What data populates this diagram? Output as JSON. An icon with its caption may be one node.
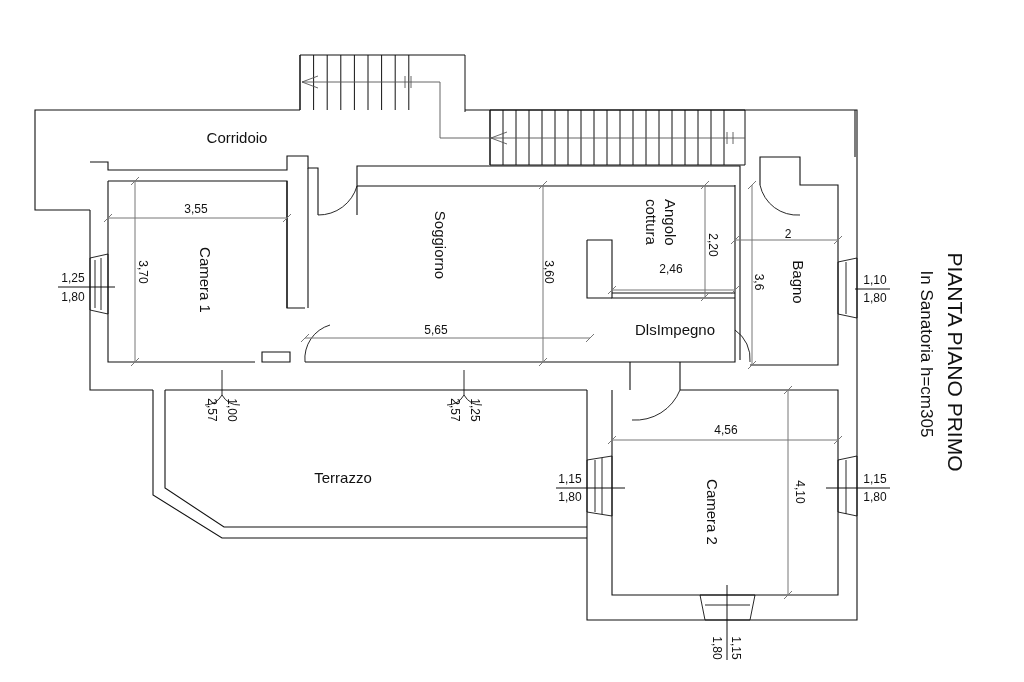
{
  "diagram": {
    "title": "PIANTA PIANO PRIMO",
    "caption": "In Sanatoria h=cm305",
    "nodes": [
      {
        "text": [
          "Corridoio"
        ]
      },
      {
        "text": [
          "Camera 1"
        ]
      },
      {
        "text": [
          "Soggiorno"
        ]
      },
      {
        "text": [
          "Angolo cottura"
        ]
      },
      {
        "text": [
          "Bagno"
        ]
      },
      {
        "text": [
          "DlsImpegno"
        ]
      },
      {
        "text": [
          "Terrazzo"
        ]
      },
      {
        "text": [
          "Camera 2"
        ]
      }
    ],
    "labels": [
      "3,55",
      "2,20",
      "2",
      "3,70",
      "3,60",
      "2,46",
      "1,25",
      "1,80",
      "1,10",
      "1,80",
      "3,6",
      "5,65",
      "2,57",
      "1,00",
      "2,57",
      "1,25",
      "4,56",
      "1,15",
      "1,80",
      "1,15",
      "1,80",
      "4,10",
      "1,80",
      "1,15"
    ]
  }
}
